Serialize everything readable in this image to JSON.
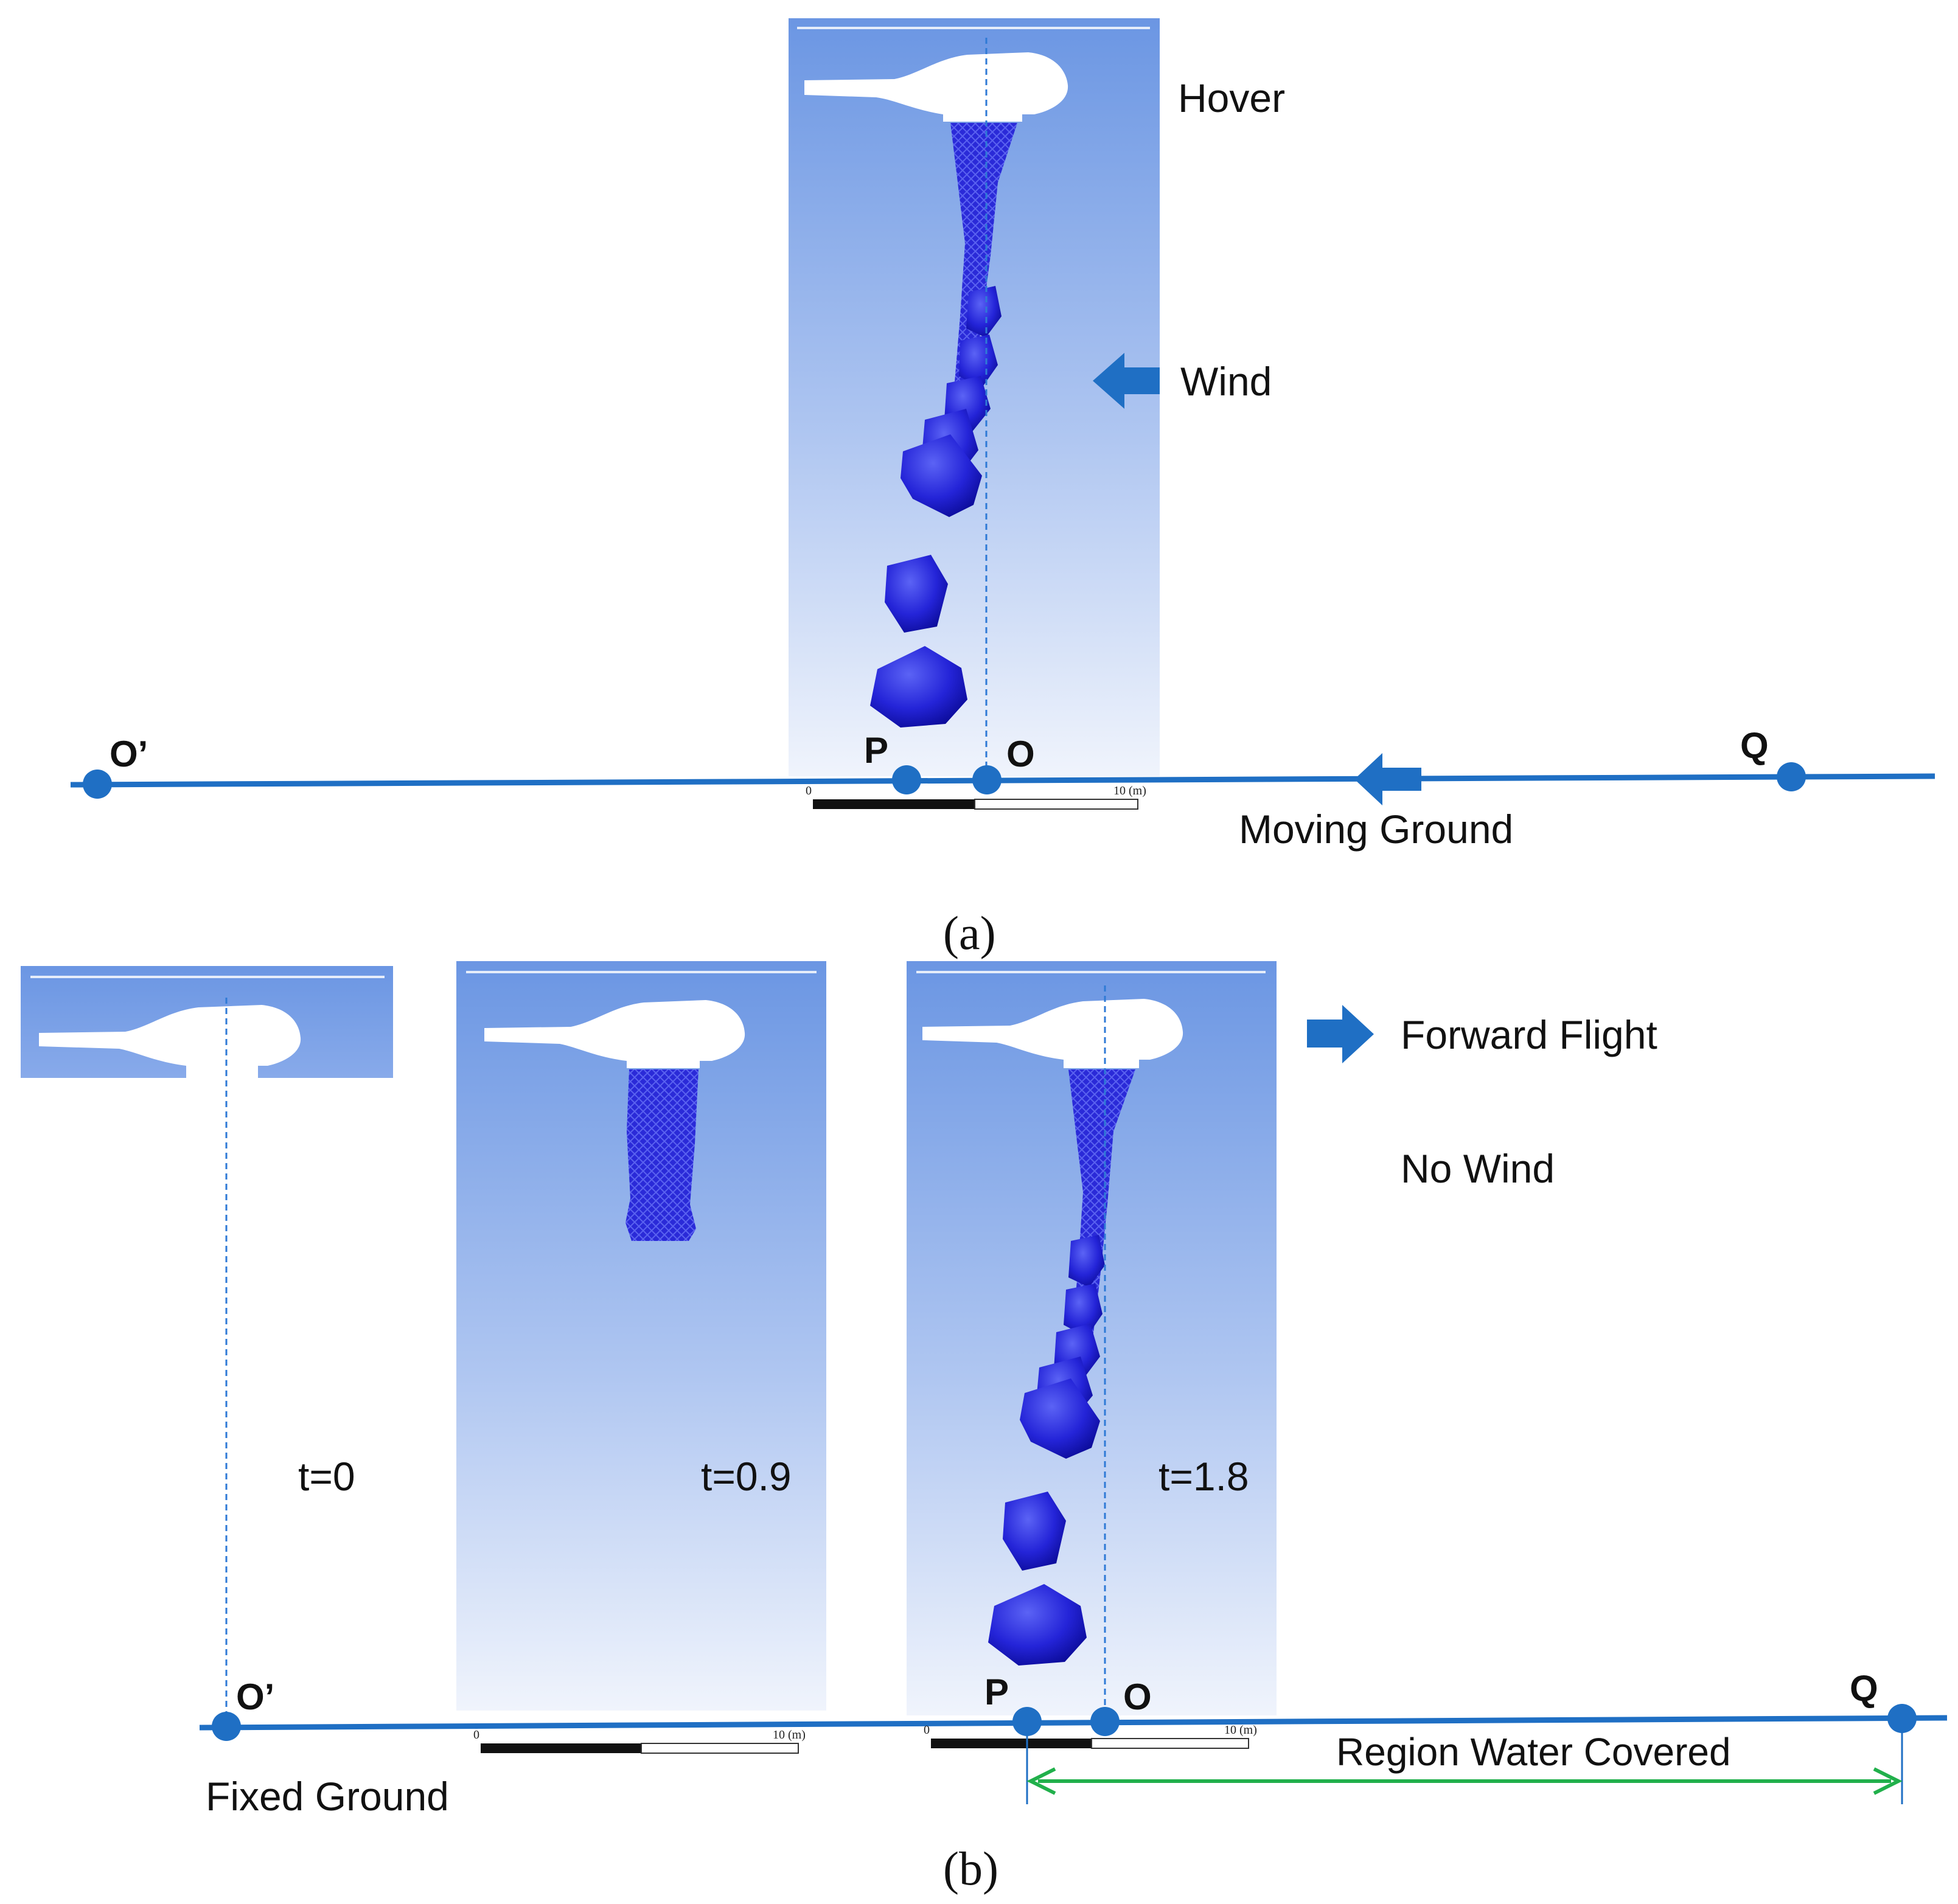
{
  "panel_a": {
    "caption": "(a)",
    "hover_label": "Hover",
    "wind_label": "Wind",
    "moving_ground_label": "Moving Ground",
    "points": {
      "o_prime": "O’",
      "p": "P",
      "o": "O",
      "q": "Q"
    },
    "scale": {
      "start": "0",
      "end": "10 (m)"
    }
  },
  "panel_b": {
    "caption": "(b)",
    "forward_flight_label": "Forward Flight",
    "no_wind_label": "No Wind",
    "fixed_ground_label": "Fixed Ground",
    "region_label": "Region Water Covered",
    "times": [
      "t=0",
      "t=0.9",
      "t=1.8"
    ],
    "points": {
      "o_prime": "O’",
      "p": "P",
      "o": "O",
      "q": "Q"
    },
    "scales": [
      {
        "start": "0",
        "end": "10 (m)"
      },
      {
        "start": "0",
        "end": "10 (m)"
      }
    ]
  },
  "colors": {
    "line": "#1f6fc4",
    "water": "#1f1fd6",
    "panel_top": "#6b96e3",
    "panel_bottom": "#eef2fb",
    "region_arrow": "#21b04b"
  }
}
